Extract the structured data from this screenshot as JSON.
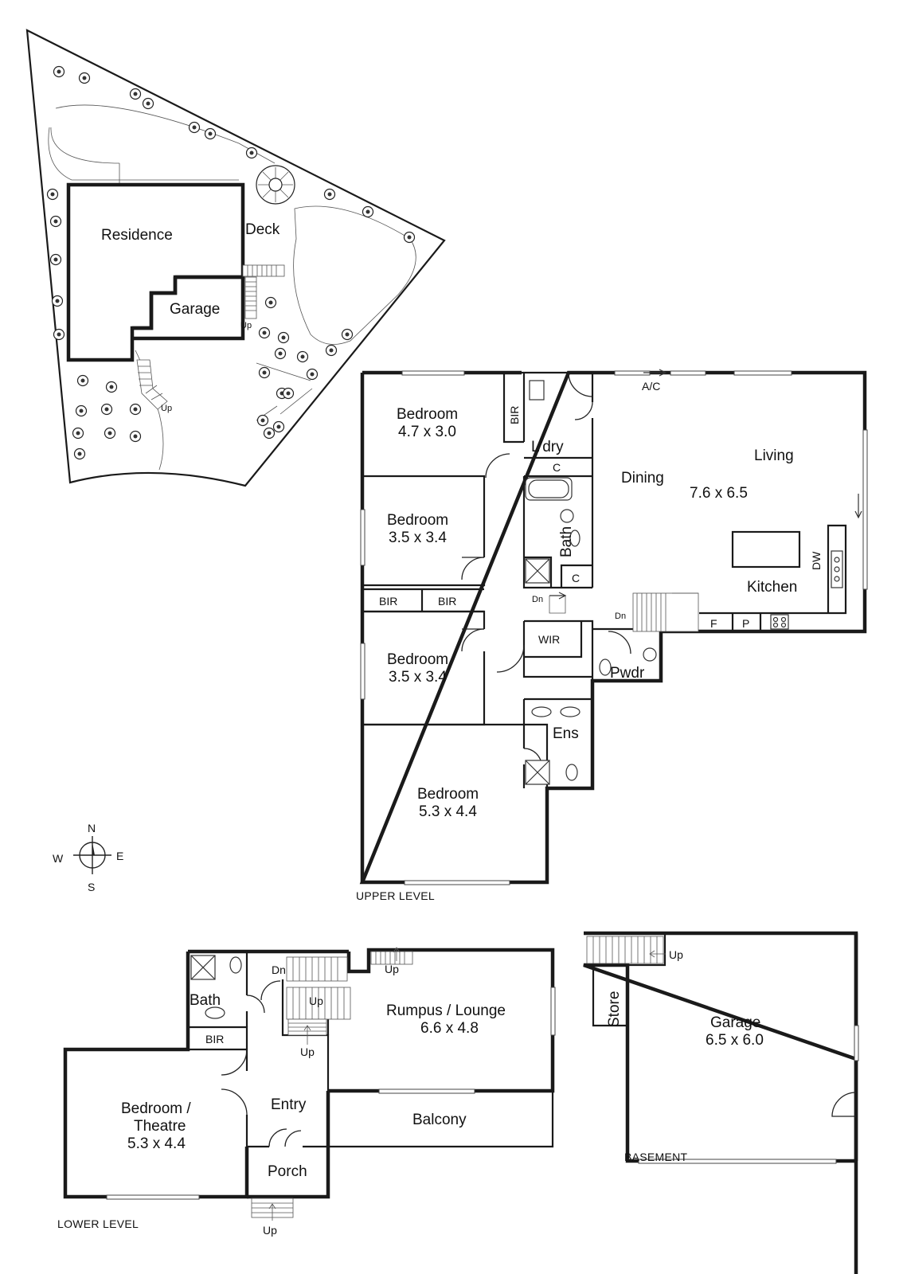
{
  "site": {
    "residence": "Residence",
    "garage": "Garage",
    "deck": "Deck",
    "up_a": "Up",
    "up_b": "Up"
  },
  "compass": {
    "n": "N",
    "e": "E",
    "s": "S",
    "w": "W"
  },
  "upper": {
    "level_label": "UPPER LEVEL",
    "bed1": {
      "name": "Bedroom",
      "size": "4.7 x 3.0"
    },
    "bed2": {
      "name": "Bedroom",
      "size": "3.5 x 3.4"
    },
    "bed3": {
      "name": "Bedroom",
      "size": "3.5 x 3.4"
    },
    "bed4": {
      "name": "Bedroom",
      "size": "5.3 x 4.4"
    },
    "bir_v": "BIR",
    "bir_a": "BIR",
    "bir_b": "BIR",
    "laundry": "L'dry",
    "c1": "C",
    "c2": "C",
    "bath": "Bath",
    "wir": "WIR",
    "ens": "Ens",
    "pwdr": "Pwdr",
    "dn1": "Dn",
    "dn2": "Dn",
    "ac": "A/C",
    "dining": "Dining",
    "living": "Living",
    "living_size": "7.6 x 6.5",
    "kitchen": "Kitchen",
    "dw": "DW",
    "f": "F",
    "p": "P"
  },
  "lower": {
    "level_label": "LOWER LEVEL",
    "bath": "Bath",
    "bir": "BIR",
    "bedroom_l1": "Bedroom /",
    "bedroom_l2": "Theatre",
    "bedroom_size": "5.3 x 4.4",
    "entry": "Entry",
    "porch": "Porch",
    "rumpus": "Rumpus / Lounge",
    "rumpus_size": "6.6 x 4.8",
    "balcony": "Balcony",
    "dn": "Dn",
    "up1": "Up",
    "up2": "Up",
    "up3": "Up",
    "up4": "Up"
  },
  "basement": {
    "level_label": "BASEMENT",
    "garage": "Garage",
    "garage_size": "6.5 x 6.0",
    "store": "Store",
    "up": "Up"
  }
}
